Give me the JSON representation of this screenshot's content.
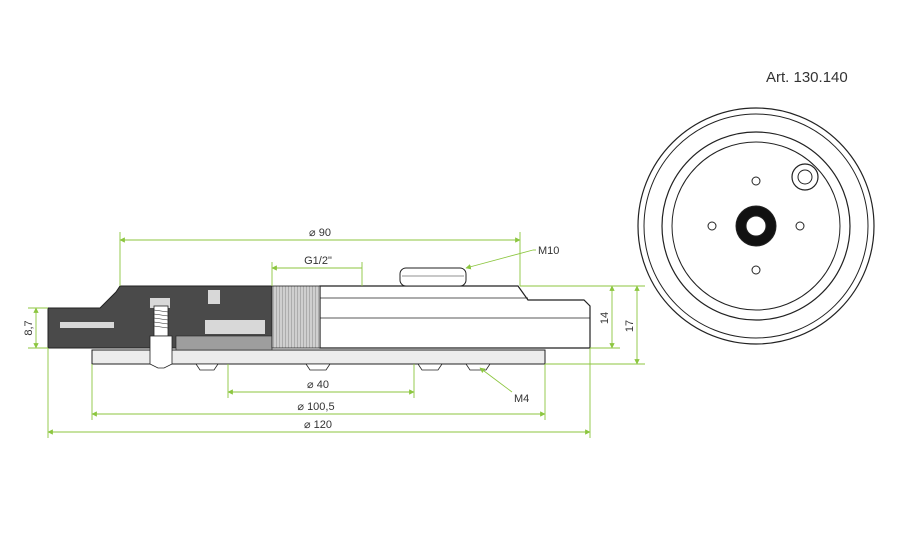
{
  "article_label": "Art. 130.140",
  "colors": {
    "dimension": "#8cc63f",
    "outline": "#222222",
    "section_dark": "#4a4a4a",
    "section_light": "#9e9e9e",
    "text": "#333333"
  },
  "dimensions": {
    "dia_90": "⌀ 90",
    "thread_g": "G1/2\"",
    "thread_m10": "M10",
    "height_8_7": "8,7",
    "height_14": "14",
    "height_17": "17",
    "dia_40": "⌀ 40",
    "dia_100_5": "⌀ 100,5",
    "dia_120": "⌀ 120",
    "thread_m4": "M4"
  }
}
